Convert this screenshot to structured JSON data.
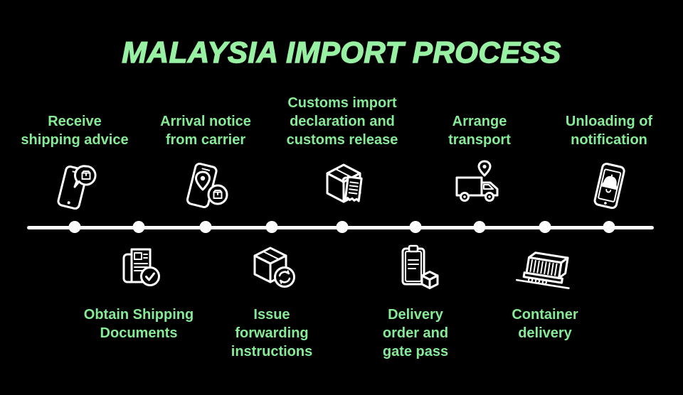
{
  "title": "MALAYSIA IMPORT PROCESS",
  "colors": {
    "background": "#000000",
    "title": "#98F0A2",
    "label": "#85EB96",
    "line": "#FFFFFF",
    "icon": "#FFFFFF"
  },
  "timeline": {
    "dot_count": 9
  },
  "steps": [
    {
      "label": "Receive\nshipping advice",
      "icon": "smartphone-package-message",
      "row": "top"
    },
    {
      "label": "Obtain Shipping\nDocuments",
      "icon": "shipping-documents-check",
      "row": "bottom"
    },
    {
      "label": "Arrival notice\nfrom carrier",
      "icon": "smartphone-location",
      "row": "top"
    },
    {
      "label": "Issue\nforwarding\ninstructions",
      "icon": "package-sync",
      "row": "bottom"
    },
    {
      "label": "Customs import\ndeclaration and\ncustoms release",
      "icon": "package-receipt",
      "row": "top"
    },
    {
      "label": "Delivery\norder and\ngate pass",
      "icon": "clipboard-package",
      "row": "bottom"
    },
    {
      "label": "Arrange\ntransport",
      "icon": "truck-location",
      "row": "top"
    },
    {
      "label": "Container\ndelivery",
      "icon": "container-trailer",
      "row": "bottom"
    },
    {
      "label": "Unloading of\nnotification",
      "icon": "smartphone-notification-bell",
      "row": "top"
    }
  ]
}
